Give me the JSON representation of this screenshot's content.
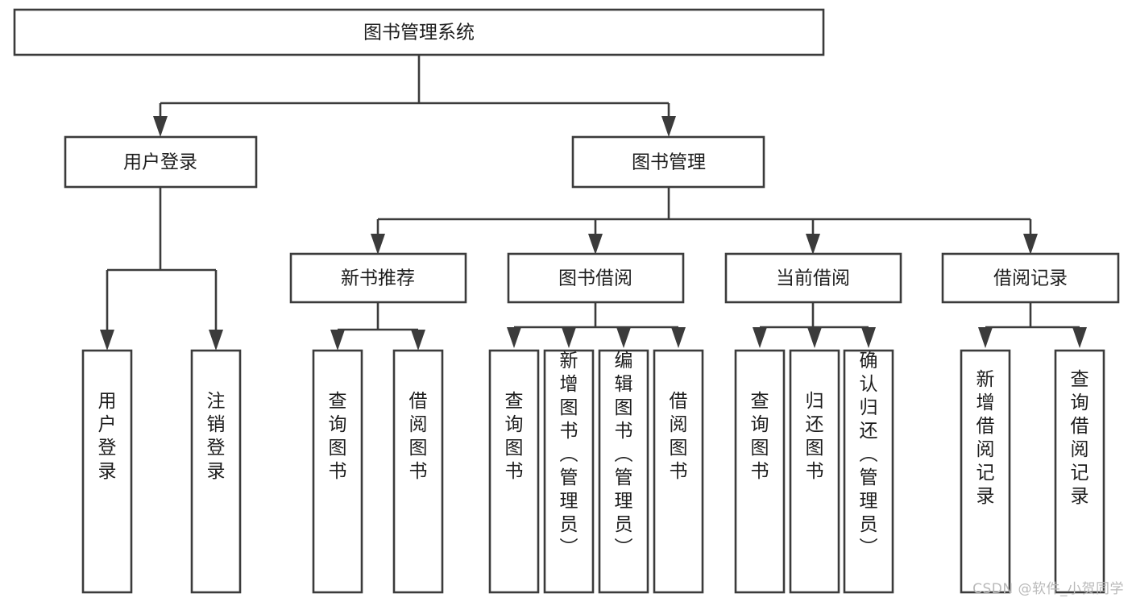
{
  "diagram": {
    "title": "图书管理系统",
    "type": "tree-hierarchy",
    "watermark": "CSDN @软件_小贺同学",
    "colors": {
      "stroke": "#3b3b3b",
      "node_fill": "#ffffff",
      "text": "#1d1d1d",
      "background": "#ffffff",
      "watermark": "#b9b9b9"
    },
    "levels": {
      "root": {
        "label": "图书管理系统"
      },
      "level2": [
        {
          "label": "用户登录"
        },
        {
          "label": "图书管理"
        }
      ],
      "level3": [
        {
          "label": "新书推荐"
        },
        {
          "label": "图书借阅"
        },
        {
          "label": "当前借阅"
        },
        {
          "label": "借阅记录"
        }
      ],
      "leaves": {
        "user_login": [
          {
            "label": "用户登录"
          },
          {
            "label": "注销登录"
          }
        ],
        "new_book_recommend": [
          {
            "label": "查询图书"
          },
          {
            "label": "借阅图书"
          }
        ],
        "book_borrow": [
          {
            "label": "查询图书"
          },
          {
            "label": "新增图书（管理员）"
          },
          {
            "label": "编辑图书（管理员）"
          },
          {
            "label": "借阅图书"
          }
        ],
        "current_borrow": [
          {
            "label": "查询图书"
          },
          {
            "label": "归还图书"
          },
          {
            "label": "确认归还（管理员）"
          }
        ],
        "borrow_record": [
          {
            "label": "新增借阅记录"
          },
          {
            "label": "查询借阅记录"
          }
        ]
      }
    }
  }
}
